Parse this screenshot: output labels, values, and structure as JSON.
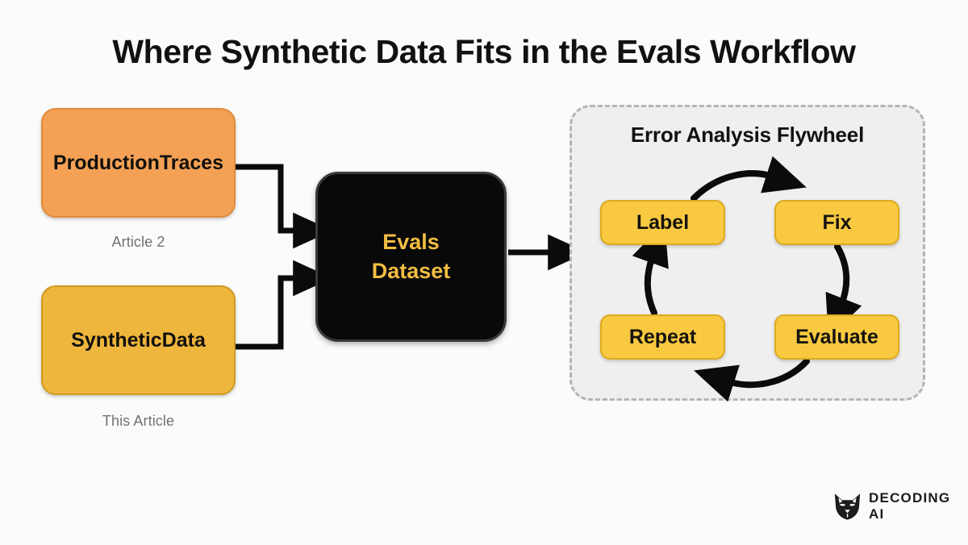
{
  "page": {
    "title": "Where Synthetic Data Fits in the Evals Workflow",
    "background_color": "#fbfbfa"
  },
  "sources": [
    {
      "id": "production-traces",
      "label": "Production\nTraces",
      "line1": "Production",
      "line2": "Traces",
      "caption": "Article 2",
      "fill_color": "#f4a155",
      "border_color": "#e08b39"
    },
    {
      "id": "synthetic-data",
      "label": "Synthetic\nData",
      "line1": "Synthetic",
      "line2": "Data",
      "caption": "This Article",
      "fill_color": "#eeb63c",
      "border_color": "#d09a20"
    }
  ],
  "dataset": {
    "id": "evals-dataset",
    "line1": "Evals",
    "line2": "Dataset",
    "fill_color": "#09090a",
    "text_color": "#f3bd41",
    "border_color": "#3a3a3c"
  },
  "flywheel": {
    "title": "Error Analysis Flywheel",
    "panel_fill": "#efeff0",
    "panel_border": "#b2b4b6",
    "node_fill": "#f8c941",
    "node_border": "#ddaa1d",
    "steps": [
      {
        "id": "label",
        "label": "Label"
      },
      {
        "id": "fix",
        "label": "Fix"
      },
      {
        "id": "evaluate",
        "label": "Evaluate"
      },
      {
        "id": "repeat",
        "label": "Repeat"
      }
    ]
  },
  "brand": {
    "name": "DECODING AI",
    "icon": "fox-head-icon"
  },
  "chart_data": {
    "type": "diagram",
    "title": "Where Synthetic Data Fits in the Evals Workflow",
    "nodes": [
      {
        "id": "production-traces",
        "label": "Production Traces",
        "caption": "Article 2",
        "color": "#f4a155"
      },
      {
        "id": "synthetic-data",
        "label": "Synthetic Data",
        "caption": "This Article",
        "color": "#eeb63c"
      },
      {
        "id": "evals-dataset",
        "label": "Evals Dataset",
        "color": "#09090a"
      },
      {
        "id": "label",
        "label": "Label",
        "color": "#f8c941"
      },
      {
        "id": "fix",
        "label": "Fix",
        "color": "#f8c941"
      },
      {
        "id": "evaluate",
        "label": "Evaluate",
        "color": "#f8c941"
      },
      {
        "id": "repeat",
        "label": "Repeat",
        "color": "#f8c941"
      }
    ],
    "edges": [
      {
        "from": "production-traces",
        "to": "evals-dataset",
        "style": "elbow"
      },
      {
        "from": "synthetic-data",
        "to": "evals-dataset",
        "style": "elbow"
      },
      {
        "from": "evals-dataset",
        "to": "flywheel-panel",
        "style": "straight"
      },
      {
        "from": "label",
        "to": "fix",
        "style": "curve"
      },
      {
        "from": "fix",
        "to": "evaluate",
        "style": "curve"
      },
      {
        "from": "evaluate",
        "to": "repeat",
        "style": "curve"
      },
      {
        "from": "repeat",
        "to": "label",
        "style": "curve"
      }
    ],
    "groups": [
      {
        "id": "flywheel-panel",
        "label": "Error Analysis Flywheel",
        "members": [
          "label",
          "fix",
          "evaluate",
          "repeat"
        ]
      }
    ]
  }
}
